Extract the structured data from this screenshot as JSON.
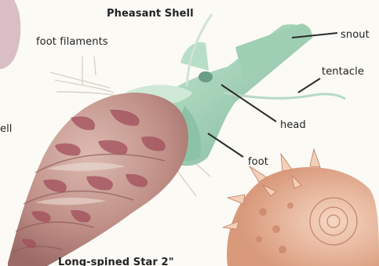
{
  "labels": {
    "title": "Pheasant Shell",
    "foot_filaments": "foot filaments",
    "snout": "snout",
    "tentacle": "tentacle",
    "head": "head",
    "foot": "foot",
    "partial_left": "ell",
    "caption": "Long-spined Star   2\""
  },
  "colors": {
    "background": "#fbfaf5",
    "shell_base": "#c99f93",
    "shell_stripe": "#a8515c",
    "snail_body": "#a9d5ba",
    "snail_body_dark": "#6ea98d",
    "star_shell": "#e9b998",
    "leader_line": "#2b2b2b"
  }
}
